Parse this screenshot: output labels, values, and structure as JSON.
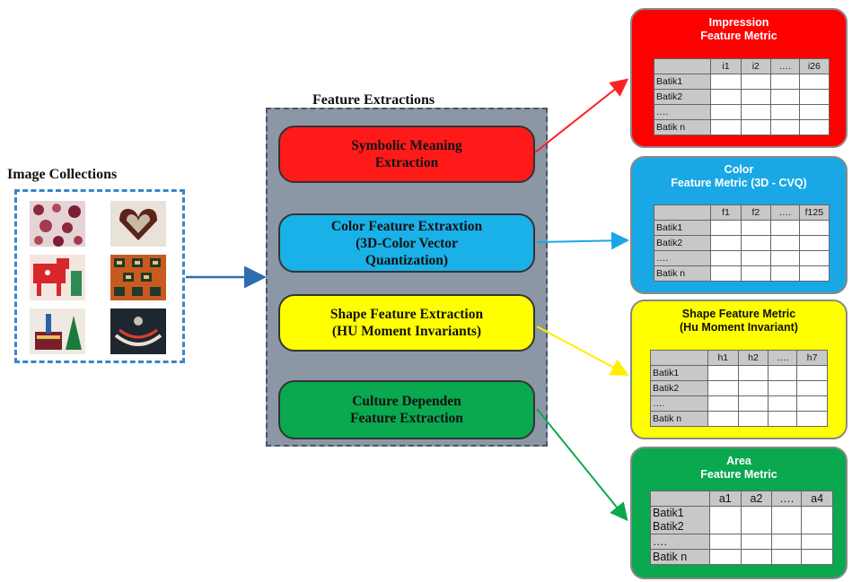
{
  "image_collections": {
    "title": "Image Collections"
  },
  "feature_extractions": {
    "title": "Feature Extractions",
    "boxes": [
      {
        "label": "Symbolic Meaning\nExtraction",
        "color": "#ff1a1a"
      },
      {
        "label": "Color Feature Extraxtion\n(3D-Color Vector\nQuantization)",
        "color": "#1ab0e8"
      },
      {
        "label": "Shape Feature Extraction\n(HU Moment Invariants)",
        "color": "#ffff00"
      },
      {
        "label": "Culture Dependen\nFeature Extraction",
        "color": "#0aa84f"
      }
    ]
  },
  "metrics": [
    {
      "title": "Impression\nFeature Metric",
      "color": "#ff0000",
      "title_color": "#ffffff",
      "columns": [
        "",
        "i1",
        "i2",
        "….",
        "i26"
      ],
      "rows": [
        "Batik1",
        "Batik2",
        "….",
        "Batik n"
      ]
    },
    {
      "title": "Color\nFeature Metric (3D - CVQ)",
      "color": "#1aa7e6",
      "title_color": "#ffffff",
      "columns": [
        "",
        "f1",
        "f2",
        "….",
        "f125"
      ],
      "rows": [
        "Batik1",
        "Batik2",
        "….",
        "Batik n"
      ]
    },
    {
      "title": "Shape Feature Metric\n(Hu Moment Invariant)",
      "color": "#ffff00",
      "title_color": "#111111",
      "columns": [
        "",
        "h1",
        "h2",
        "….",
        "h7"
      ],
      "rows": [
        "Batik1",
        "Batik2",
        "….",
        "Batik n"
      ]
    },
    {
      "title": "Area\nFeature Metric",
      "color": "#0aa84f",
      "title_color": "#ffffff",
      "columns": [
        "",
        "a1",
        "a2",
        "….",
        "a4"
      ],
      "rows": [
        "Batik1\nBatik2",
        "….",
        "Batik n"
      ]
    }
  ],
  "colors": {
    "arrow_blue": "#2f6db0",
    "arrow_red": "#ff2020",
    "arrow_cyan": "#1aa7e6",
    "arrow_yellow": "#ffee00",
    "arrow_green": "#0aa84f"
  }
}
